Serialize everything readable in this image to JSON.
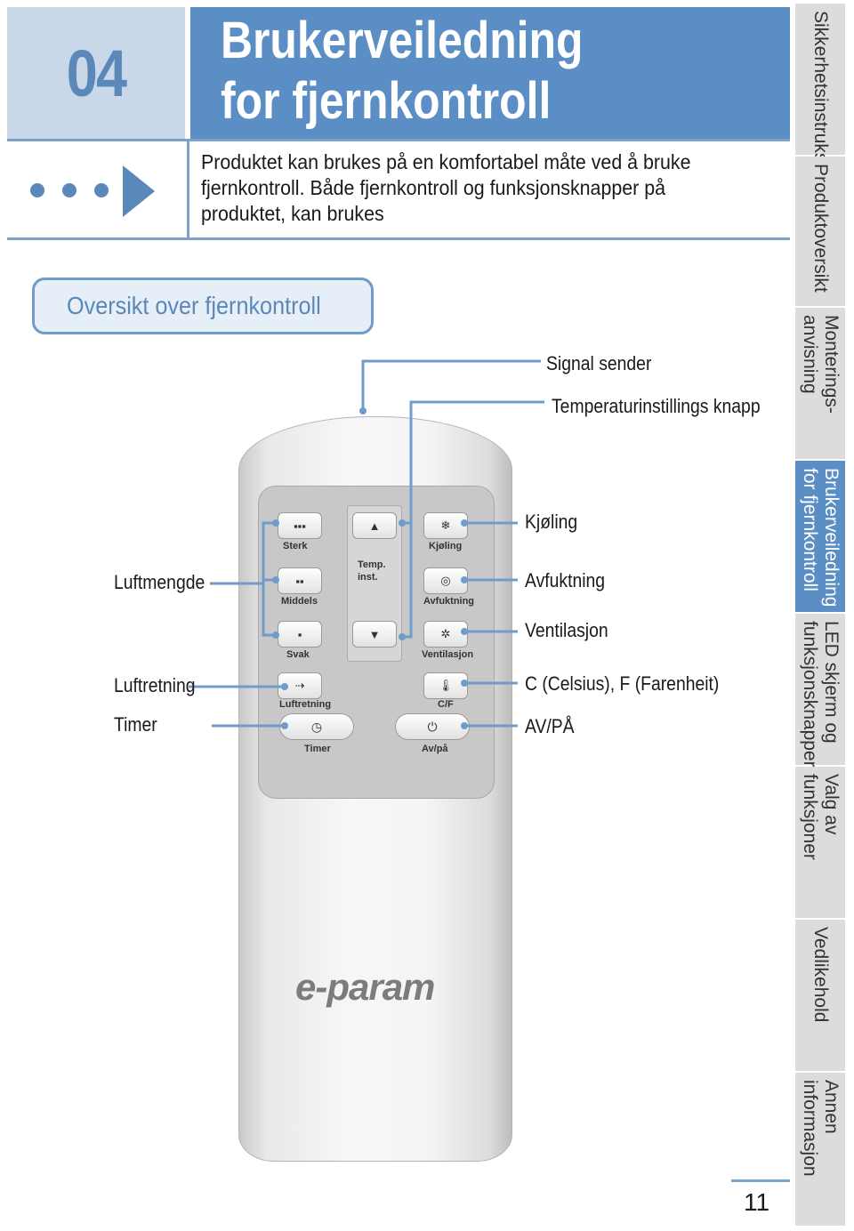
{
  "header": {
    "chapter_number": "04",
    "title_line1": "Brukerveiledning",
    "title_line2": "for fjernkontroll",
    "intro": "Produktet kan brukes på en komfortabel måte ved å bruke fjernkontroll. Både fjernkontroll og funksjonsknapper på produktet, kan brukes"
  },
  "section_title": "Oversikt over fjernkontroll",
  "callouts": {
    "signal_sender": "Signal sender",
    "temp_button": "Temperaturinstillings knapp",
    "cooling": "Kjøling",
    "dehumid": "Avfuktning",
    "ventilation": "Ventilasjon",
    "celsius": "C (Celsius), F (Farenheit)",
    "power": "AV/PÅ",
    "airflow": "Luftmengde",
    "direction": "Luftretning",
    "timer": "Timer"
  },
  "remote": {
    "btn_strong": "Sterk",
    "btn_medium": "Middels",
    "btn_weak": "Svak",
    "btn_direction": "Luftretning",
    "btn_timer": "Timer",
    "btn_temp": "Temp. inst.",
    "btn_cooling": "Kjøling",
    "btn_dehumid": "Avfuktning",
    "btn_vent": "Ventilasjon",
    "btn_cf": "C/F",
    "btn_power": "Av/på",
    "brand": "e-param"
  },
  "sidebar": {
    "tabs": [
      {
        "label": "Sikkerhetsinstruks",
        "active": false
      },
      {
        "label": "Produktoversikt",
        "active": false
      },
      {
        "label": "Monterings-\nanvisning",
        "active": false
      },
      {
        "label": "Brukerveiledning\nfor fjernkontroll",
        "active": true
      },
      {
        "label": "LED skjerm og\nfunksjonsknapper",
        "active": false
      },
      {
        "label": "Valg av funksjoner",
        "active": false
      },
      {
        "label": "Vedlikehold",
        "active": false
      },
      {
        "label": "Annen informasjon",
        "active": false
      }
    ]
  },
  "page_number": "11",
  "colors": {
    "accent": "#5b8ec4",
    "chapter_bg": "#c9d8e8",
    "tab_bg": "#dcdcdc"
  }
}
